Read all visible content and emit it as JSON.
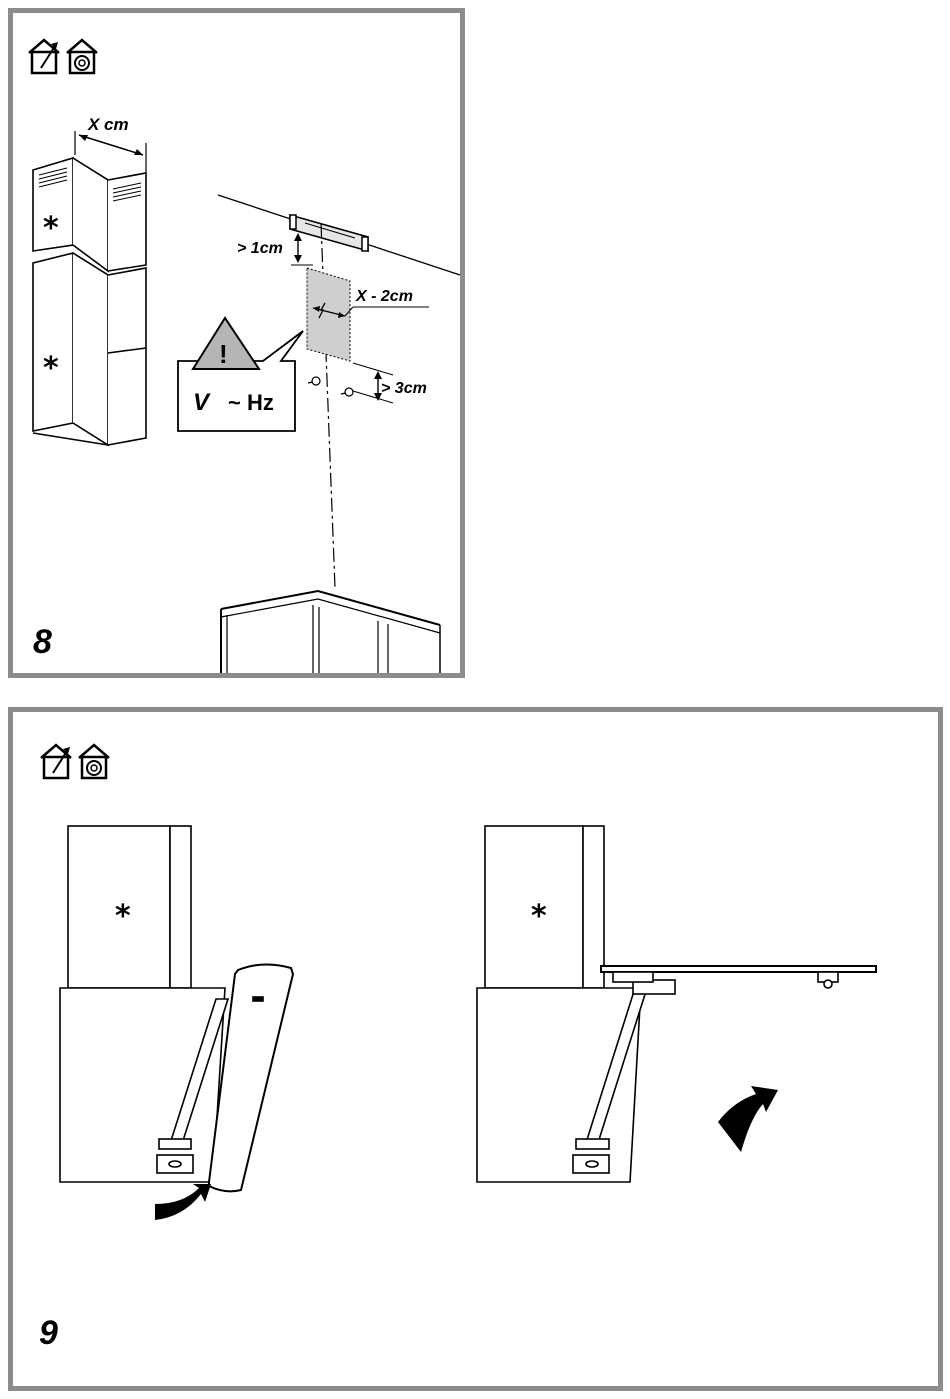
{
  "figure8": {
    "number": "8",
    "chimney_width_label": "X cm",
    "bracket_gap_label": "> 1cm",
    "socket_width_label": "X - 2cm",
    "screw_gap_label": "> 3cm",
    "warning_voltage": "V",
    "warning_frequency": "~ Hz",
    "warning_mark": "!",
    "star_upper": "*",
    "star_lower": "*"
  },
  "figure9": {
    "number": "9",
    "star_left": "*",
    "star_right": "*"
  },
  "icons": [
    "exhaust-mode-icon",
    "recirculation-mode-icon"
  ]
}
